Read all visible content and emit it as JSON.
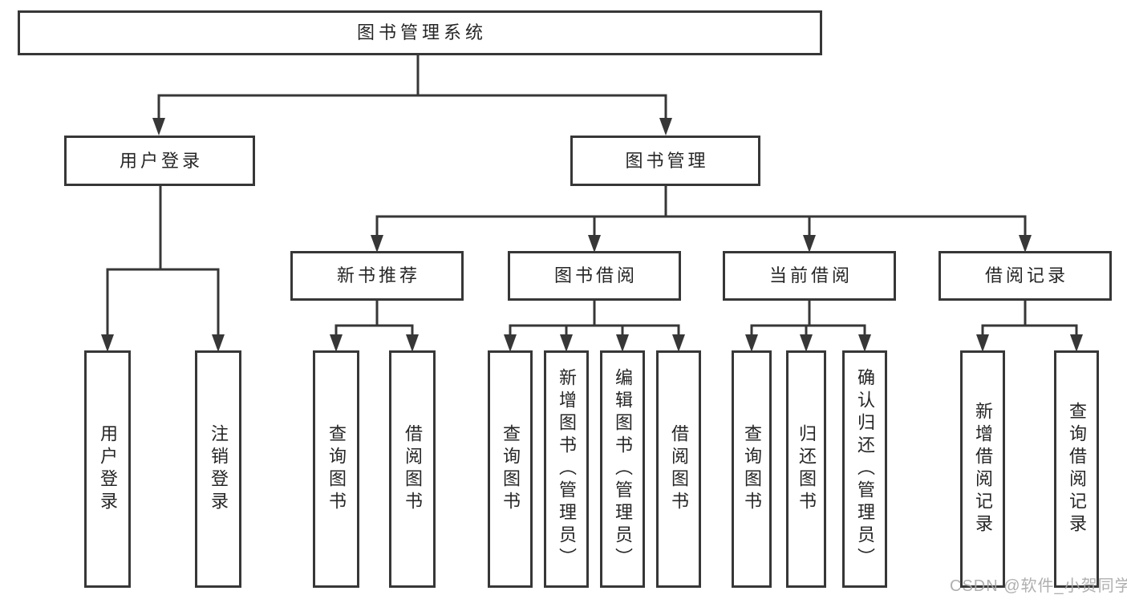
{
  "diagram": {
    "title": "图书管理系统",
    "type": "hierarchy-tree",
    "watermark": "CSDN @软件_小贺同学",
    "colors": {
      "line": "#373737",
      "text": "#262626",
      "background": "#ffffff",
      "watermark": "#a8a8a8"
    },
    "nodes": {
      "root": {
        "label": "图书管理系统"
      },
      "user_login": {
        "label": "用户登录"
      },
      "book_management": {
        "label": "图书管理"
      },
      "new_book_recommend": {
        "label": "新书推荐"
      },
      "book_borrow": {
        "label": "图书借阅"
      },
      "current_borrow": {
        "label": "当前借阅"
      },
      "borrow_records": {
        "label": "借阅记录"
      },
      "leaf_user_login": {
        "label": "用户登录"
      },
      "leaf_logout": {
        "label": "注销登录"
      },
      "leaf_nb_query": {
        "label": "查询图书"
      },
      "leaf_nb_borrow": {
        "label": "借阅图书"
      },
      "leaf_bb_query": {
        "label": "查询图书"
      },
      "leaf_bb_add": {
        "label": "新增图书（管理员）"
      },
      "leaf_bb_edit": {
        "label": "编辑图书（管理员）"
      },
      "leaf_bb_borrow": {
        "label": "借阅图书"
      },
      "leaf_cb_query": {
        "label": "查询图书"
      },
      "leaf_cb_return": {
        "label": "归还图书"
      },
      "leaf_cb_confirm": {
        "label": "确认归还（管理员）"
      },
      "leaf_br_add": {
        "label": "新增借阅记录"
      },
      "leaf_br_query": {
        "label": "查询借阅记录"
      }
    },
    "hierarchy": {
      "图书管理系统": {
        "用户登录": [
          "用户登录",
          "注销登录"
        ],
        "图书管理": {
          "新书推荐": [
            "查询图书",
            "借阅图书"
          ],
          "图书借阅": [
            "查询图书",
            "新增图书（管理员）",
            "编辑图书（管理员）",
            "借阅图书"
          ],
          "当前借阅": [
            "查询图书",
            "归还图书",
            "确认归还（管理员）"
          ],
          "借阅记录": [
            "新增借阅记录",
            "查询借阅记录"
          ]
        }
      }
    }
  }
}
